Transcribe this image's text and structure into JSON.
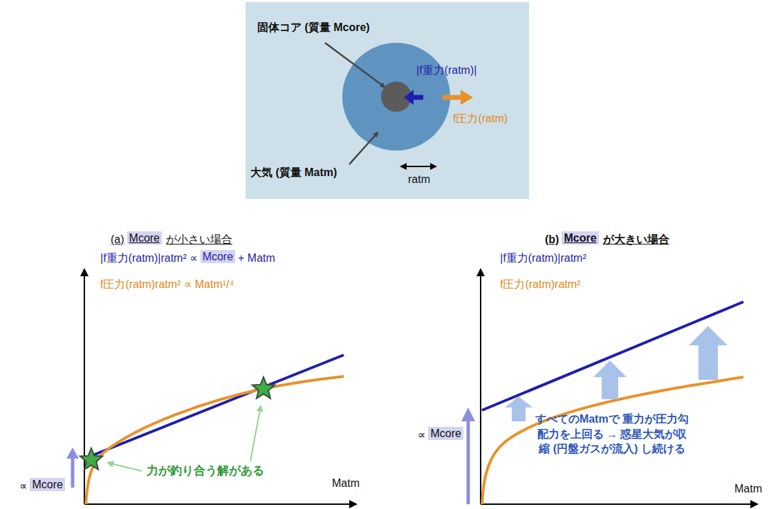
{
  "diagram": {
    "labels": [
      "固体コア (質量 Mcore)",
      "|f重力(ratm)|",
      "f圧力(ratm)",
      "大気 (質量 Matm)",
      "ratm",
      "(a)",
      "Mcore",
      "が小さい場合",
      "|f重力(ratm)|ratm² ∝",
      "Mcore",
      "+ Matm",
      "f圧力(ratm)ratm² ∝ Matm¹/⁴",
      "∝",
      "Mcore",
      "力が釣り合う解がある",
      "Matm",
      "(b)",
      "Mcore",
      "が大きい場合",
      "|f重力(ratm)|ratm²",
      "f圧力(ratm)ratm²",
      "∝",
      "Mcore",
      "すべてのMatmで 重力が圧力勾配力を上回る → 惑星大気が収縮 (円盤ガスが流入) し続ける",
      "Matm"
    ]
  }
}
